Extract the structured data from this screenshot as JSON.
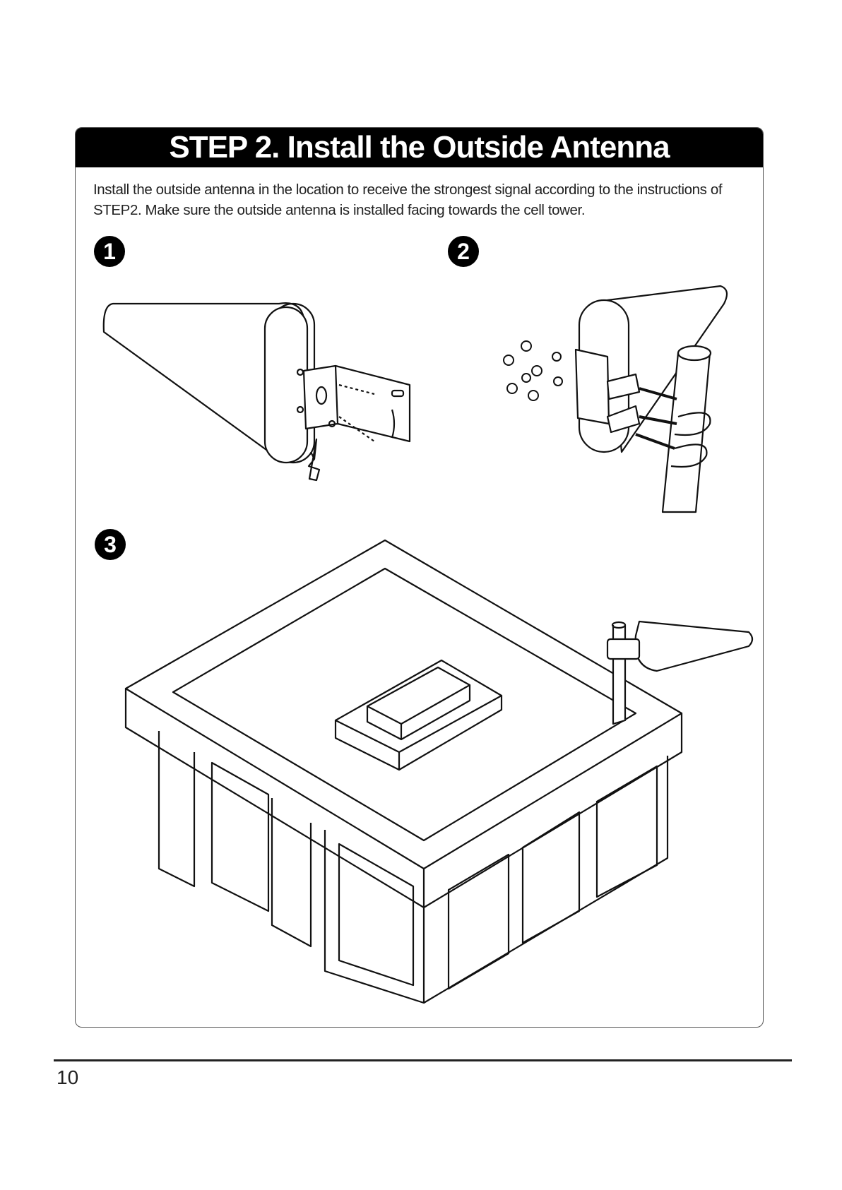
{
  "step": {
    "title": "STEP 2. Install the Outside Antenna",
    "instructions": "Install the outside antenna in the location to receive the strongest signal according to the instructions of STEP2. Make sure the outside antenna is installed facing towards the cell tower.",
    "steps": [
      {
        "number": "1"
      },
      {
        "number": "2"
      },
      {
        "number": "3"
      }
    ]
  },
  "footer": {
    "page_number": "10"
  }
}
